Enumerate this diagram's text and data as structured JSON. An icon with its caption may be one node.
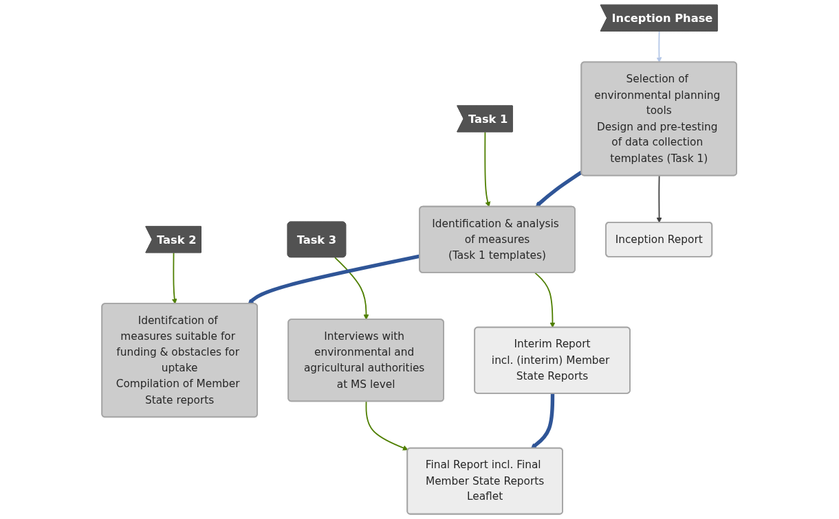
{
  "diagram": {
    "nodes": [
      {
        "text": [
          "Inception Phase"
        ]
      },
      {
        "text": [
          "Task 1"
        ]
      },
      {
        "text": [
          "Task 2"
        ]
      },
      {
        "text": [
          "Task 3"
        ]
      },
      {
        "text": [
          "Selection of environmental planning tools",
          "Design and pre-testing of data collection templates (Task 1)"
        ]
      },
      {
        "text": [
          "Identification & analysis of measures",
          "(Task 1 templates)"
        ]
      },
      {
        "text": [
          "Identifcation of measures suitable for funding & obstacles for uptake",
          "Compilation of Member State reports"
        ]
      },
      {
        "text": [
          "Interviews with environmental and agricultural authorities at MS level"
        ]
      },
      {
        "text": [
          "Inception Report"
        ]
      },
      {
        "text": [
          "Interim Report",
          "incl. (interim) Member State Reports"
        ]
      },
      {
        "text": [
          "Final Report incl. Final Member State Reports",
          "Leaflet"
        ]
      }
    ],
    "edges": [
      {
        "from": 0,
        "to": 4,
        "arrow": "to",
        "color": "#b4c7e7"
      },
      {
        "from": 1,
        "to": 5,
        "arrow": "to"
      },
      {
        "from": 2,
        "to": 6,
        "arrow": "to"
      },
      {
        "from": 3,
        "to": 7,
        "arrow": "to"
      },
      {
        "from": 4,
        "to": 5,
        "arrow": "to",
        "style": "thick",
        "color": "#2f5597"
      },
      {
        "from": 5,
        "to": 6,
        "arrow": "to",
        "style": "thick",
        "color": "#2f5597"
      },
      {
        "from": 4,
        "to": 8,
        "arrow": "to",
        "color": "#404040"
      },
      {
        "from": 5,
        "to": 9,
        "arrow": "to"
      },
      {
        "from": 7,
        "to": 10,
        "arrow": "to"
      },
      {
        "from": 9,
        "to": 10,
        "arrow": "to",
        "style": "thick",
        "color": "#2f5597"
      }
    ]
  }
}
